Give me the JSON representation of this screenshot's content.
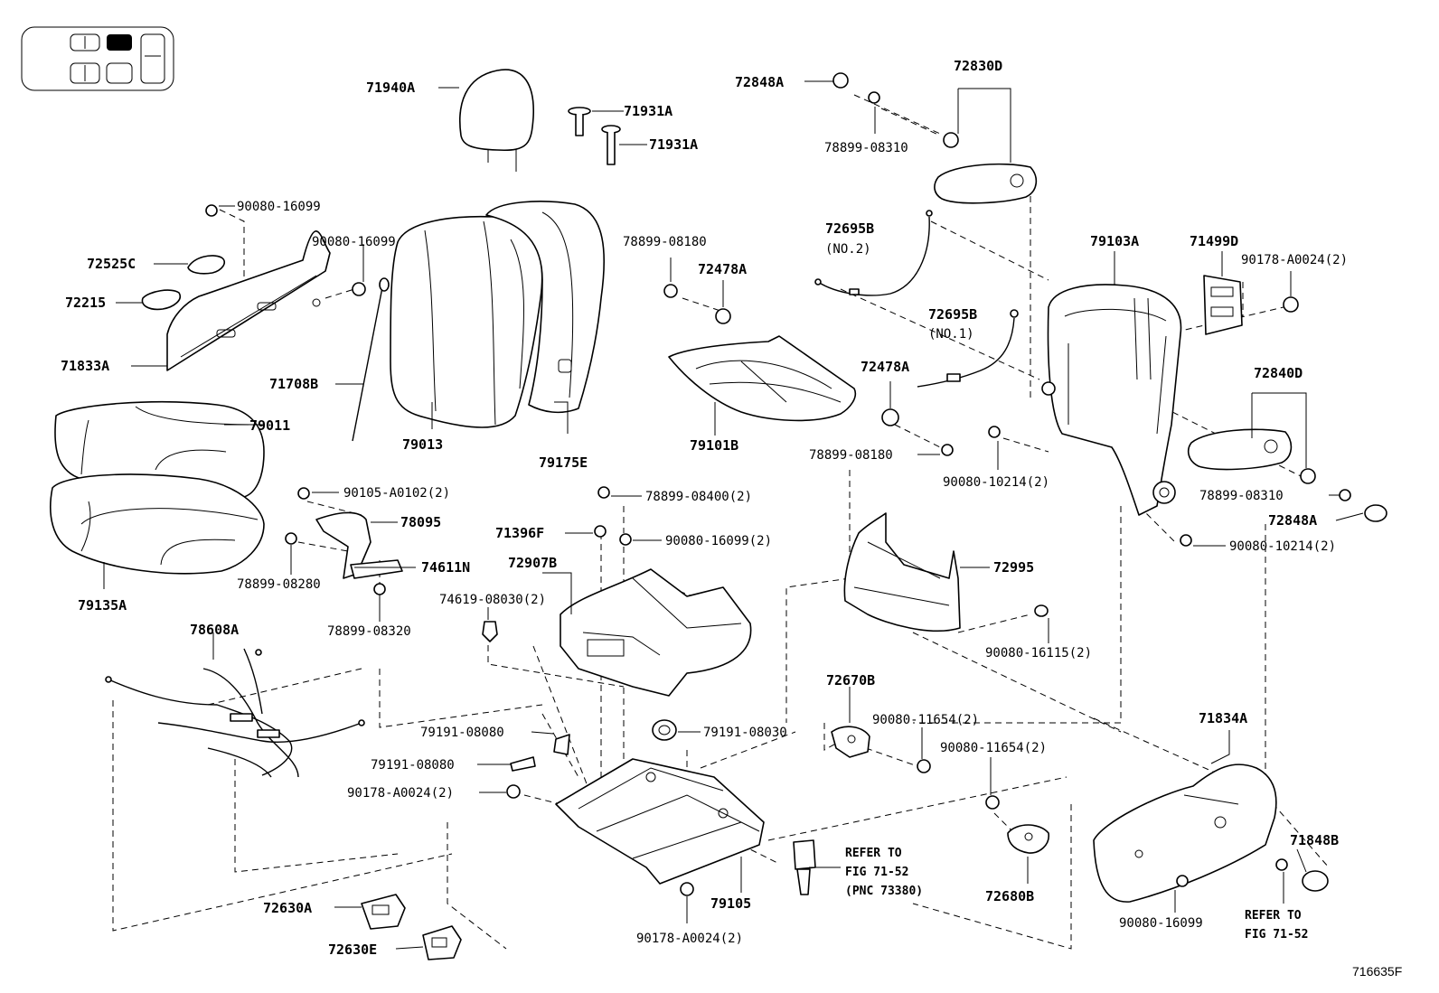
{
  "diagram": {
    "figure_id": "716635F",
    "labels": [
      {
        "id": "p71940A",
        "text": "71940A"
      },
      {
        "id": "p71931A_1",
        "text": "71931A"
      },
      {
        "id": "p71931A_2",
        "text": "71931A"
      },
      {
        "id": "p72848A_1",
        "text": "72848A"
      },
      {
        "id": "p72830D",
        "text": "72830D"
      },
      {
        "id": "p78899_08310_1",
        "text": "78899-08310"
      },
      {
        "id": "p90080_16099_1",
        "text": "90080-16099"
      },
      {
        "id": "p90080_16099_2",
        "text": "90080-16099"
      },
      {
        "id": "p72525C",
        "text": "72525C"
      },
      {
        "id": "p72215",
        "text": "72215"
      },
      {
        "id": "p71833A",
        "text": "71833A"
      },
      {
        "id": "p71708B",
        "text": "71708B"
      },
      {
        "id": "p79011",
        "text": "79011"
      },
      {
        "id": "p79013",
        "text": "79013"
      },
      {
        "id": "p79175E",
        "text": "79175E"
      },
      {
        "id": "p79135A",
        "text": "79135A"
      },
      {
        "id": "p78899_08180_1",
        "text": "78899-08180"
      },
      {
        "id": "p72478A_1",
        "text": "72478A"
      },
      {
        "id": "p72695B_1",
        "text": "72695B"
      },
      {
        "id": "p72695B_1n",
        "text": "(NO.2)"
      },
      {
        "id": "p72695B_2",
        "text": "72695B"
      },
      {
        "id": "p72695B_2n",
        "text": "(NO.1)"
      },
      {
        "id": "p72478A_2",
        "text": "72478A"
      },
      {
        "id": "p79101B",
        "text": "79101B"
      },
      {
        "id": "p78899_08180_2",
        "text": "78899-08180"
      },
      {
        "id": "p79103A",
        "text": "79103A"
      },
      {
        "id": "p71499D",
        "text": "71499D"
      },
      {
        "id": "p90178_A0024_1",
        "text": "90178-A0024(2)"
      },
      {
        "id": "p72840D",
        "text": "72840D"
      },
      {
        "id": "p90080_10214_1",
        "text": "90080-10214(2)"
      },
      {
        "id": "p78899_08310_2",
        "text": "78899-08310"
      },
      {
        "id": "p72848A_2",
        "text": "72848A"
      },
      {
        "id": "p90080_10214_2",
        "text": "90080-10214(2)"
      },
      {
        "id": "p90105_A0102",
        "text": "90105-A0102(2)"
      },
      {
        "id": "p78095",
        "text": "78095"
      },
      {
        "id": "p78899_08280",
        "text": "78899-08280"
      },
      {
        "id": "p74611N",
        "text": "74611N"
      },
      {
        "id": "p78899_08320",
        "text": "78899-08320"
      },
      {
        "id": "p78899_08400",
        "text": "78899-08400(2)"
      },
      {
        "id": "p71396F",
        "text": "71396F"
      },
      {
        "id": "p90080_16099_3",
        "text": "90080-16099(2)"
      },
      {
        "id": "p72907B",
        "text": "72907B"
      },
      {
        "id": "p74619_08030",
        "text": "74619-08030(2)"
      },
      {
        "id": "p72995",
        "text": "72995"
      },
      {
        "id": "p90080_16115",
        "text": "90080-16115(2)"
      },
      {
        "id": "p78608A",
        "text": "78608A"
      },
      {
        "id": "p79191_08080_1",
        "text": "79191-08080"
      },
      {
        "id": "p79191_08030",
        "text": "79191-08030"
      },
      {
        "id": "p79191_08080_2",
        "text": "79191-08080"
      },
      {
        "id": "p90178_A0024_2",
        "text": "90178-A0024(2)"
      },
      {
        "id": "p72670B",
        "text": "72670B"
      },
      {
        "id": "p90080_11654_1",
        "text": "90080-11654(2)"
      },
      {
        "id": "p90080_11654_2",
        "text": "90080-11654(2)"
      },
      {
        "id": "p71834A",
        "text": "71834A"
      },
      {
        "id": "p71848B",
        "text": "71848B"
      },
      {
        "id": "p79105",
        "text": "79105"
      },
      {
        "id": "p90178_A0024_3",
        "text": "90178-A0024(2)"
      },
      {
        "id": "p72630A",
        "text": "72630A"
      },
      {
        "id": "p72630E",
        "text": "72630E"
      },
      {
        "id": "p72680B",
        "text": "72680B"
      },
      {
        "id": "p90080_16099_4",
        "text": "90080-16099"
      }
    ],
    "notes": {
      "refer_1_line1": "REFER TO",
      "refer_1_line2": "FIG 71-52",
      "refer_1_line3": "(PNC 73380)",
      "refer_2_line1": "REFER TO",
      "refer_2_line2": "FIG 71-52"
    }
  }
}
